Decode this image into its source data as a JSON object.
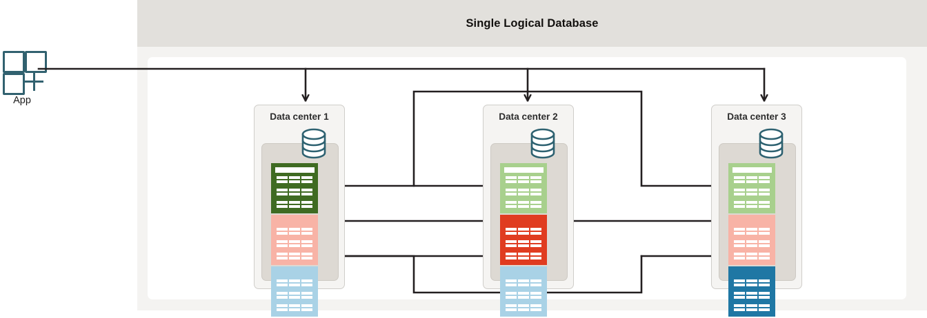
{
  "header": {
    "title": "Single Logical Database"
  },
  "app": {
    "label": "App",
    "icon": "app-squares-plus-icon",
    "icon_color": "#31616f"
  },
  "colors": {
    "page_background": "#ffffff",
    "header_band": "#e2e0dc",
    "body_band": "#f4f3f1",
    "inner_panel": "#ffffff",
    "card_background": "#f5f4f2",
    "card_border": "#cfcdc9",
    "card_inner": "#ddd9d3",
    "database_icon": "#2d6170",
    "wire": "#231f20",
    "title_text": "#12100e",
    "leader_green": "#3f6b22",
    "follower_green": "#a8d08d",
    "leader_red": "#e03c20",
    "follower_red": "#f8b3a6",
    "leader_blue": "#1f77a4",
    "follower_blue": "#a9d2e6"
  },
  "diagram": {
    "type": "replication-topology",
    "database_icon_name": "database-cylinder-icon",
    "data_centers": [
      {
        "id": "dc1",
        "title": "Data center 1",
        "tables": [
          {
            "shard": "green",
            "role": "leader",
            "color": "#3f6b22"
          },
          {
            "shard": "red",
            "role": "follower",
            "color": "#f8b3a6"
          },
          {
            "shard": "blue",
            "role": "follower",
            "color": "#a9d2e6"
          }
        ]
      },
      {
        "id": "dc2",
        "title": "Data center 2",
        "tables": [
          {
            "shard": "green",
            "role": "follower",
            "color": "#a8d08d"
          },
          {
            "shard": "red",
            "role": "leader",
            "color": "#e03c20"
          },
          {
            "shard": "blue",
            "role": "follower",
            "color": "#a9d2e6"
          }
        ]
      },
      {
        "id": "dc3",
        "title": "Data center 3",
        "tables": [
          {
            "shard": "green",
            "role": "follower",
            "color": "#a8d08d"
          },
          {
            "shard": "red",
            "role": "follower",
            "color": "#f8b3a6"
          },
          {
            "shard": "blue",
            "role": "leader",
            "color": "#1f77a4"
          }
        ]
      }
    ],
    "connections": [
      {
        "from": "app",
        "to": "dc1",
        "kind": "client-traffic"
      },
      {
        "from": "app",
        "to": "dc2",
        "kind": "client-traffic"
      },
      {
        "from": "app",
        "to": "dc3",
        "kind": "client-traffic"
      },
      {
        "from": "dc1-green-leader",
        "to": "dc2-green-follower",
        "kind": "replication"
      },
      {
        "from": "dc1-green-leader",
        "to": "dc3-green-follower",
        "kind": "replication"
      },
      {
        "from": "dc2-red-leader",
        "to": "dc1-red-follower",
        "kind": "replication"
      },
      {
        "from": "dc2-red-leader",
        "to": "dc3-red-follower",
        "kind": "replication"
      },
      {
        "from": "dc3-blue-leader",
        "to": "dc1-blue-follower",
        "kind": "replication"
      },
      {
        "from": "dc3-blue-leader",
        "to": "dc2-blue-follower",
        "kind": "replication"
      }
    ]
  }
}
